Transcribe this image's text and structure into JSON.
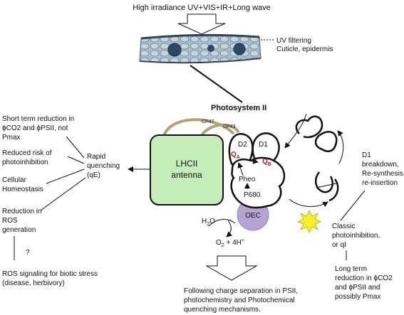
{
  "header": {
    "irradiance": "High irradiance UV+VIS+IR+Long wave"
  },
  "leaf": {
    "label_line1": "UV filtering",
    "label_line2": "Cuticle, epidermis"
  },
  "photosystem": {
    "title": "Photosystem II",
    "lhcii_line1": "LHCII",
    "lhcii_line2": "antenna",
    "cp47": "CP47",
    "cp43": "CP43",
    "d2": "D2",
    "d1": "D1",
    "qa": "Q",
    "qa_sub": "A",
    "qb": "Q",
    "qb_sub": "B",
    "pheo": "Pheo",
    "p680": "P680",
    "oec": "OEC",
    "water": "H",
    "water_sub": "2",
    "water_end": "O",
    "oxygen": "O",
    "oxygen_sub": "2",
    "oxygen_end": " + 4H",
    "oxygen_sup": "+"
  },
  "left_effects": {
    "short_term": [
      "Short term reduction in",
      "ϕCO2 and ϕPSII, not",
      "Pmax"
    ],
    "reduced_risk": [
      "Reduced risk of",
      "photoinhibition"
    ],
    "homeostasis": [
      "Cellular",
      "Homeostasis"
    ],
    "ros_reduction": [
      "Reduction in",
      "ROS",
      "generation"
    ],
    "question": "?",
    "ros_signaling": [
      "ROS signaling for biotic stress",
      "(disease, herbivory)"
    ]
  },
  "rapid_quenching": [
    "Rapid",
    "quenching",
    "(qE)"
  ],
  "d1_repair": [
    "D1",
    "breakdown,",
    "Re-synthesis,",
    "re-insertion"
  ],
  "classic": [
    "Classic",
    "photoinhibition,",
    "or qI"
  ],
  "long_term": [
    "Long term",
    "reduction in ϕCO2",
    "and ϕPSII and",
    "possibly Pmax"
  ],
  "bottom": [
    "Following charge separation in PSII,",
    "photochemistry and Photochemical",
    "quenching mechanisms."
  ]
}
